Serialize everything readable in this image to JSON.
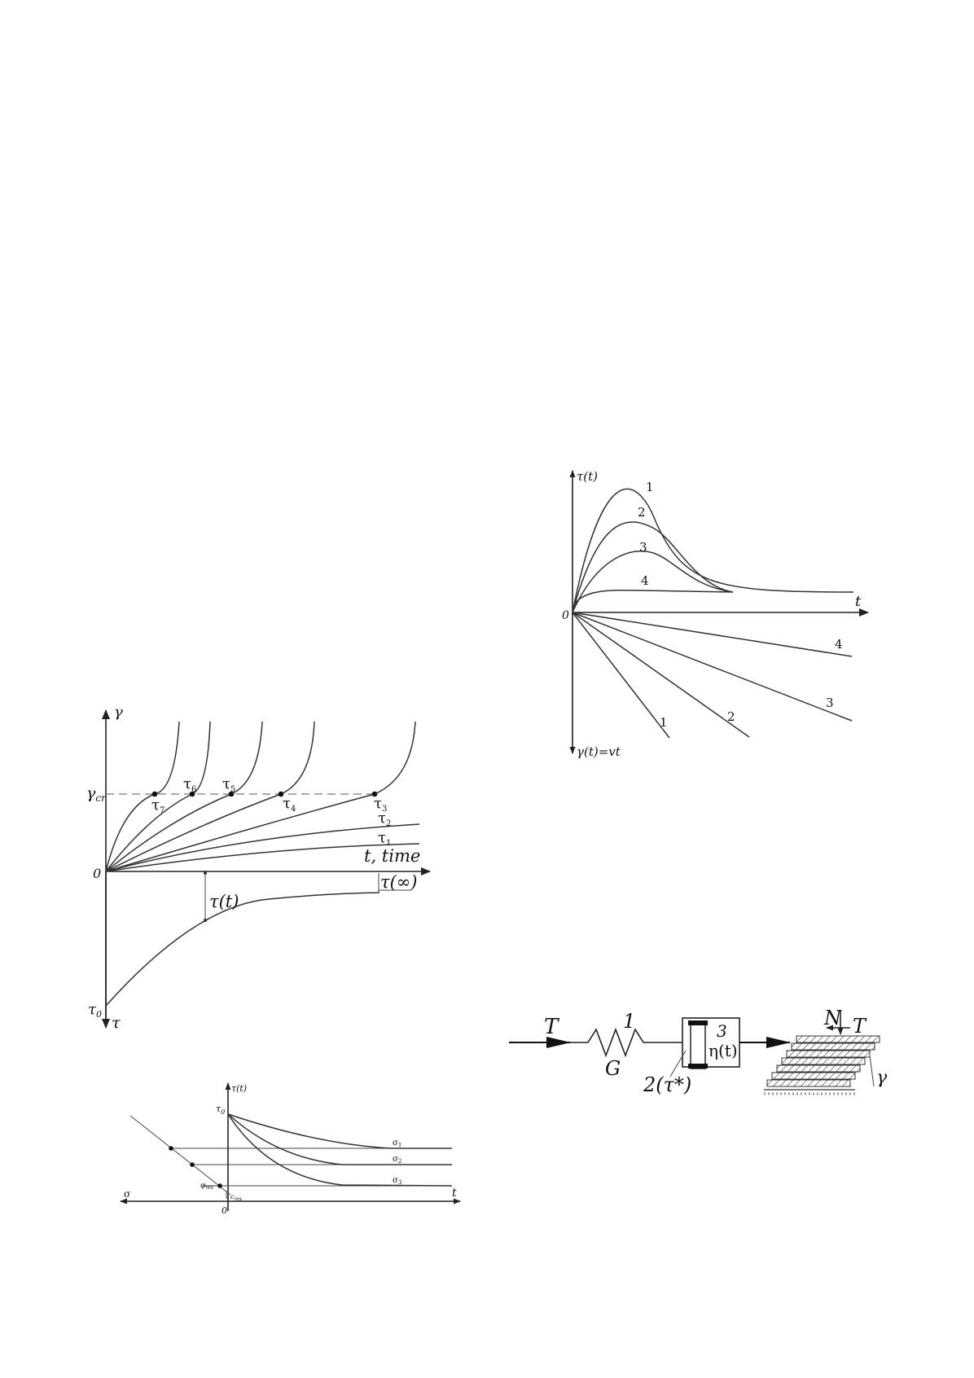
{
  "fig_creep": {
    "y_axis": "γ",
    "y_neg_axis": "τ",
    "x_axis": "t, time",
    "origin": "0",
    "gamma_cr": "γ",
    "gamma_cr_sub": "cr",
    "curve_labels": [
      {
        "base": "τ",
        "sub": "7"
      },
      {
        "base": "τ",
        "sub": "6"
      },
      {
        "base": "τ",
        "sub": "5"
      },
      {
        "base": "τ",
        "sub": "4"
      },
      {
        "base": "τ",
        "sub": "3"
      },
      {
        "base": "τ",
        "sub": "2"
      },
      {
        "base": "τ",
        "sub": "1"
      }
    ],
    "tau_t": "τ(t)",
    "tau_inf": "τ(∞)",
    "tau0": {
      "base": "τ",
      "sub": "0"
    }
  },
  "fig_relax": {
    "y_axis": "τ(t)",
    "tau0": {
      "base": "τ",
      "sub": "0"
    },
    "x_left": "σ",
    "x_right": "t",
    "origin": "0",
    "phi": {
      "base": "φ",
      "sub": "res"
    },
    "c": {
      "base": "c",
      "sub": "res"
    },
    "sigma_labels": [
      {
        "base": "σ",
        "sub": "1"
      },
      {
        "base": "σ",
        "sub": "2"
      },
      {
        "base": "σ",
        "sub": "3"
      }
    ]
  },
  "fig_rate": {
    "y_axis": "τ(t)",
    "x_axis": "t",
    "origin": "0",
    "y_neg_axis": "γ(t)=vt",
    "top_labels": [
      "1",
      "2",
      "3",
      "4"
    ],
    "bottom_labels": [
      "4",
      "3",
      "2",
      "1"
    ]
  },
  "fig_model": {
    "T_left": "T",
    "spring_num": "1",
    "spring_G": "G",
    "slider_label": "2(τ*)",
    "dashpot_num": "3",
    "dashpot_eta": "η(t)",
    "N": "N",
    "T_right": "T",
    "gamma": "γ"
  }
}
